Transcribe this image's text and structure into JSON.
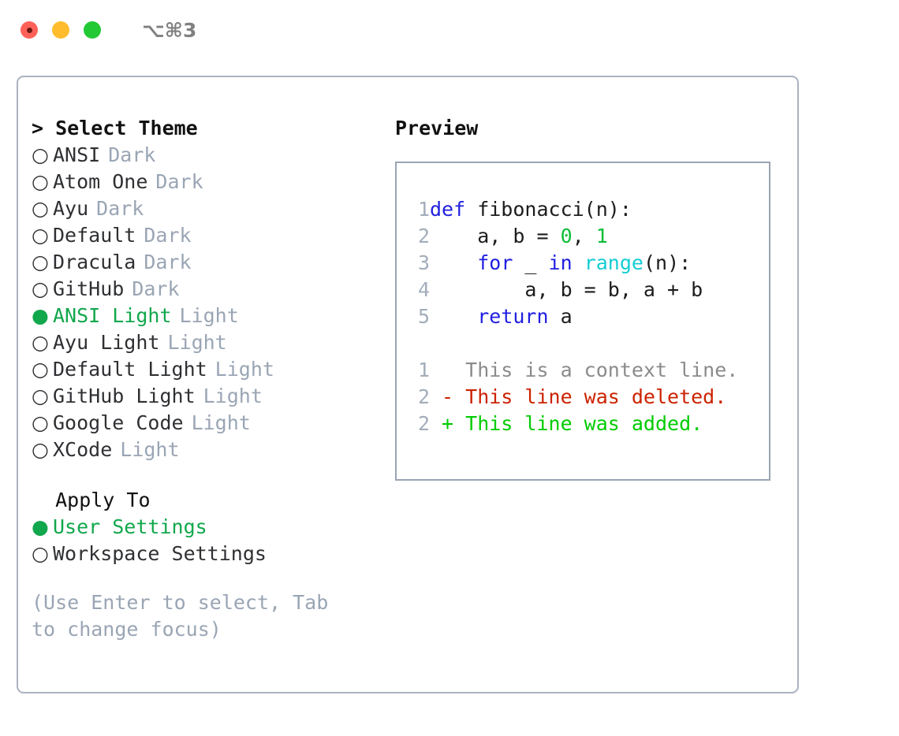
{
  "window": {
    "shortcut": "⌥⌘3",
    "traffic_lights": [
      "close-red",
      "minimize-yellow",
      "maximize-green"
    ]
  },
  "theme_picker": {
    "header": "> Select Theme",
    "options": [
      {
        "bullet": "○",
        "label": "ANSI",
        "tag": "Dark",
        "selected": false
      },
      {
        "bullet": "○",
        "label": "Atom One",
        "tag": "Dark",
        "selected": false
      },
      {
        "bullet": "○",
        "label": "Ayu",
        "tag": "Dark",
        "selected": false
      },
      {
        "bullet": "○",
        "label": "Default",
        "tag": "Dark",
        "selected": false
      },
      {
        "bullet": "○",
        "label": "Dracula",
        "tag": "Dark",
        "selected": false
      },
      {
        "bullet": "○",
        "label": "GitHub",
        "tag": "Dark",
        "selected": false
      },
      {
        "bullet": "●",
        "label": "ANSI Light",
        "tag": "Light",
        "selected": true
      },
      {
        "bullet": "○",
        "label": "Ayu Light",
        "tag": "Light",
        "selected": false
      },
      {
        "bullet": "○",
        "label": "Default Light",
        "tag": "Light",
        "selected": false
      },
      {
        "bullet": "○",
        "label": "GitHub Light",
        "tag": "Light",
        "selected": false
      },
      {
        "bullet": "○",
        "label": "Google Code",
        "tag": "Light",
        "selected": false
      },
      {
        "bullet": "○",
        "label": "XCode",
        "tag": "Light",
        "selected": false
      }
    ]
  },
  "apply_to": {
    "header": "  Apply To",
    "options": [
      {
        "bullet": "●",
        "label": "User Settings",
        "selected": true
      },
      {
        "bullet": "○",
        "label": "Workspace Settings",
        "selected": false
      }
    ]
  },
  "hint": "(Use Enter to select, Tab to change focus)",
  "preview": {
    "title": "Preview",
    "code_lines": [
      {
        "n": "1",
        "tokens": [
          {
            "t": "def",
            "c": "kw"
          },
          {
            "t": " fibonacci(n):",
            "c": "code-body"
          }
        ]
      },
      {
        "n": "2",
        "tokens": [
          {
            "t": "    a, b = ",
            "c": "code-body"
          },
          {
            "t": "0",
            "c": "num"
          },
          {
            "t": ", ",
            "c": "code-body"
          },
          {
            "t": "1",
            "c": "num"
          }
        ]
      },
      {
        "n": "3",
        "tokens": [
          {
            "t": "    ",
            "c": "code-body"
          },
          {
            "t": "for",
            "c": "kw"
          },
          {
            "t": " _ ",
            "c": "code-body"
          },
          {
            "t": "in",
            "c": "kw"
          },
          {
            "t": " ",
            "c": "code-body"
          },
          {
            "t": "range",
            "c": "fn"
          },
          {
            "t": "(n):",
            "c": "code-body"
          }
        ]
      },
      {
        "n": "4",
        "tokens": [
          {
            "t": "        a, b = b, a + b",
            "c": "code-body"
          }
        ]
      },
      {
        "n": "5",
        "tokens": [
          {
            "t": "    ",
            "c": "code-body"
          },
          {
            "t": "return",
            "c": "kw"
          },
          {
            "t": " a",
            "c": "code-body"
          }
        ]
      }
    ],
    "diff_lines": [
      {
        "n": "1",
        "tokens": [
          {
            "t": "   This is a context line.",
            "c": "ctx"
          }
        ]
      },
      {
        "n": "2",
        "tokens": [
          {
            "t": " - This line was deleted.",
            "c": "del"
          }
        ]
      },
      {
        "n": "2",
        "tokens": [
          {
            "t": " + This line was added.",
            "c": "add"
          }
        ]
      }
    ]
  },
  "colors": {
    "accent_green": "#11a74c",
    "muted": "#9aa5b4",
    "keyword_blue": "#1f1fe0",
    "function_cyan": "#13cdd4",
    "number_green": "#0bbd35",
    "diff_add": "#00cc00",
    "diff_del": "#cc2200",
    "border": "#aab3c0"
  }
}
